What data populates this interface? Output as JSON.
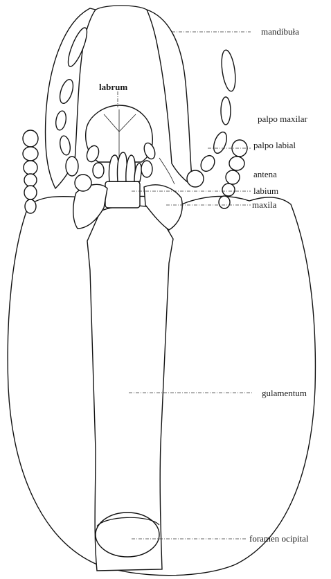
{
  "labels": {
    "mandibula": "mandibuła",
    "labrum": "labrum",
    "palpo_maxilar": "palpo maxilar",
    "palpo_labial": "palpo labial",
    "antena": "antena",
    "labium": "labium",
    "maxila": "maxila",
    "gulamentum": "gulamentum",
    "foramen_ocipital": "foramen ocipital"
  }
}
